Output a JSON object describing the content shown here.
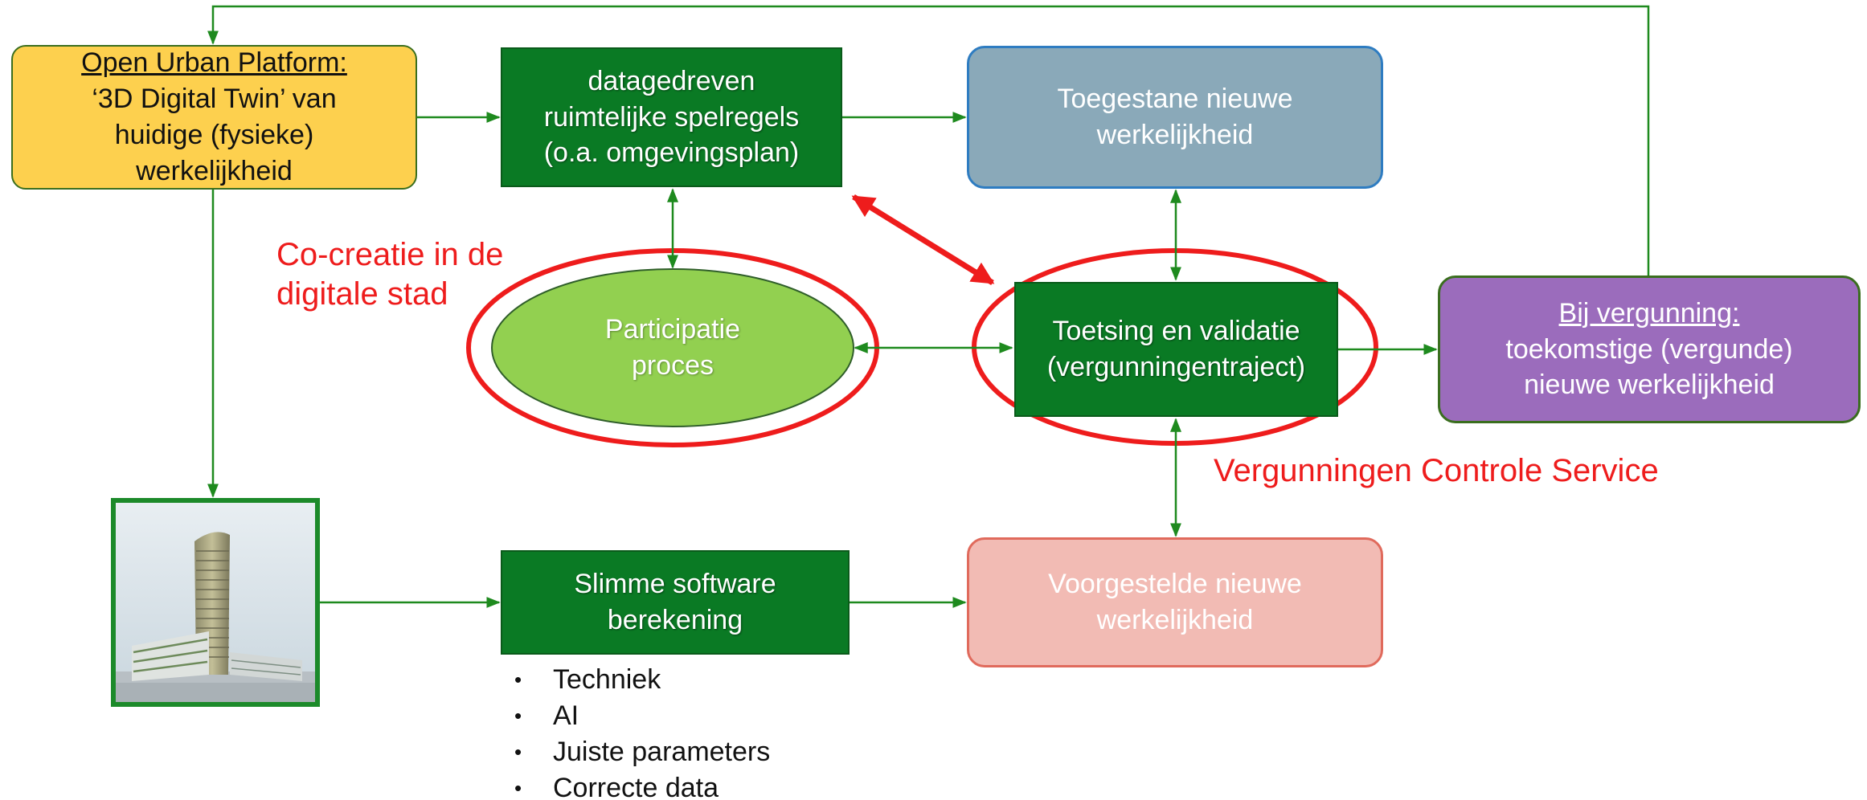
{
  "nodes": {
    "open_urban_platform": {
      "lines": [
        "Open Urban Platform:",
        "‘3D Digital Twin’ van",
        "huidige (fysieke)",
        "werkelijkheid"
      ]
    },
    "spelregels": {
      "lines": [
        "datagedreven",
        "ruimtelijke spelregels",
        "(o.a. omgevingsplan)"
      ]
    },
    "toegestane": {
      "lines": [
        "Toegestane nieuwe",
        "werkelijkheid"
      ]
    },
    "participatie": {
      "lines": [
        "Participatie",
        "proces"
      ]
    },
    "toetsing": {
      "lines": [
        "Toetsing en validatie",
        "(vergunningentraject)"
      ]
    },
    "vergunning": {
      "lines": [
        "Bij vergunning:",
        "toekomstige (vergunde)",
        "nieuwe werkelijkheid"
      ]
    },
    "software": {
      "lines": [
        "Slimme software",
        "berekening"
      ]
    },
    "voorgestelde": {
      "lines": [
        "Voorgestelde nieuwe",
        "werkelijkheid"
      ]
    }
  },
  "annotations": {
    "cocreatie": [
      "Co-creatie in de",
      "digitale stad"
    ],
    "vcs": "Vergunningen Controle Service"
  },
  "software_bullets": [
    "Techniek",
    "AI",
    "Juiste parameters",
    "Correcte data"
  ],
  "colors": {
    "connector": "#1e8a1e",
    "highlight_red": "#ee1c1c",
    "dark_green": "#0a7a24",
    "light_green": "#92d050",
    "yellow": "#fdd04e",
    "blue_grey": "#8aa9b9",
    "purple": "#9b6cbc",
    "pink": "#f2bbb4"
  }
}
